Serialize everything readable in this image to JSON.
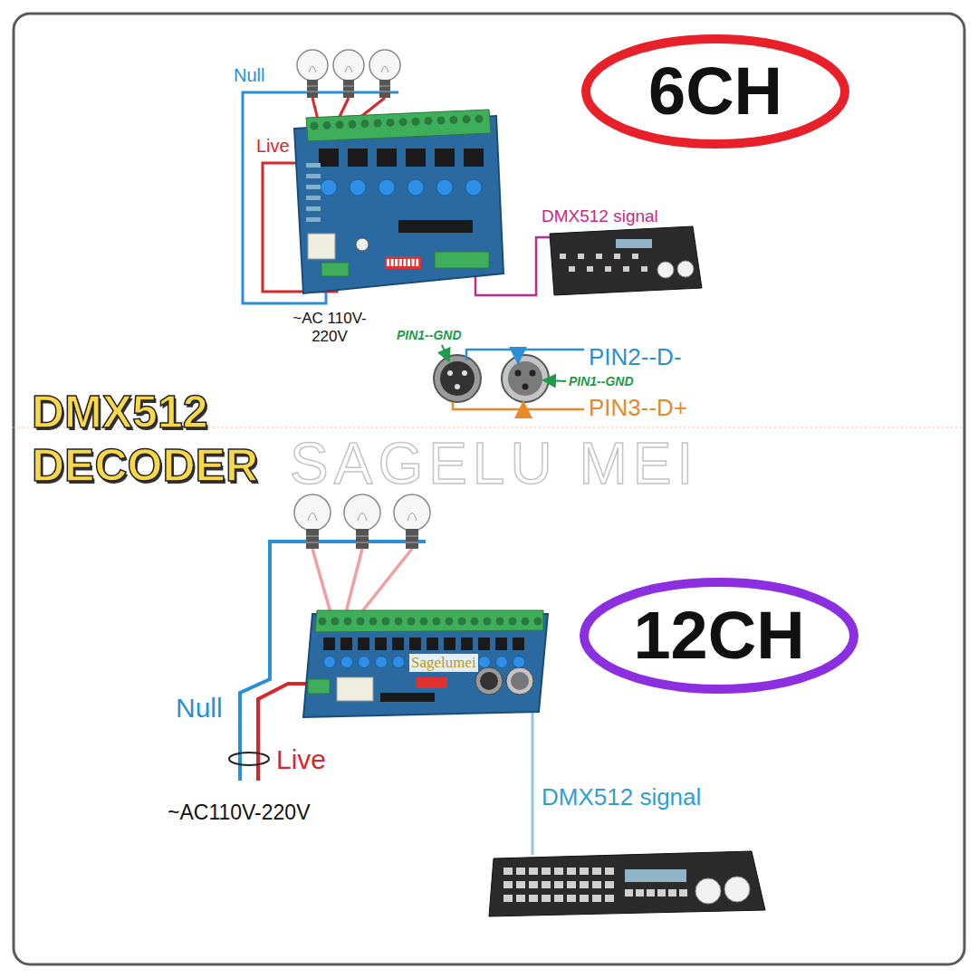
{
  "diagram": {
    "title": "DMX512 DECODER",
    "nodes": [
      {
        "text": [
          "6CH"
        ]
      },
      {
        "text": [
          "12CH"
        ]
      }
    ],
    "labels": [
      "Null",
      "Live",
      "~AC 110V-220V",
      "DMX512 signal",
      "PIN1--GND",
      "PIN1--GND",
      "PIN2--D-",
      "PIN3--D+",
      "SAGELU MEI",
      "Sagelumei",
      "Null",
      "Live",
      "~AC110V-220V",
      "DMX512 signal"
    ]
  }
}
